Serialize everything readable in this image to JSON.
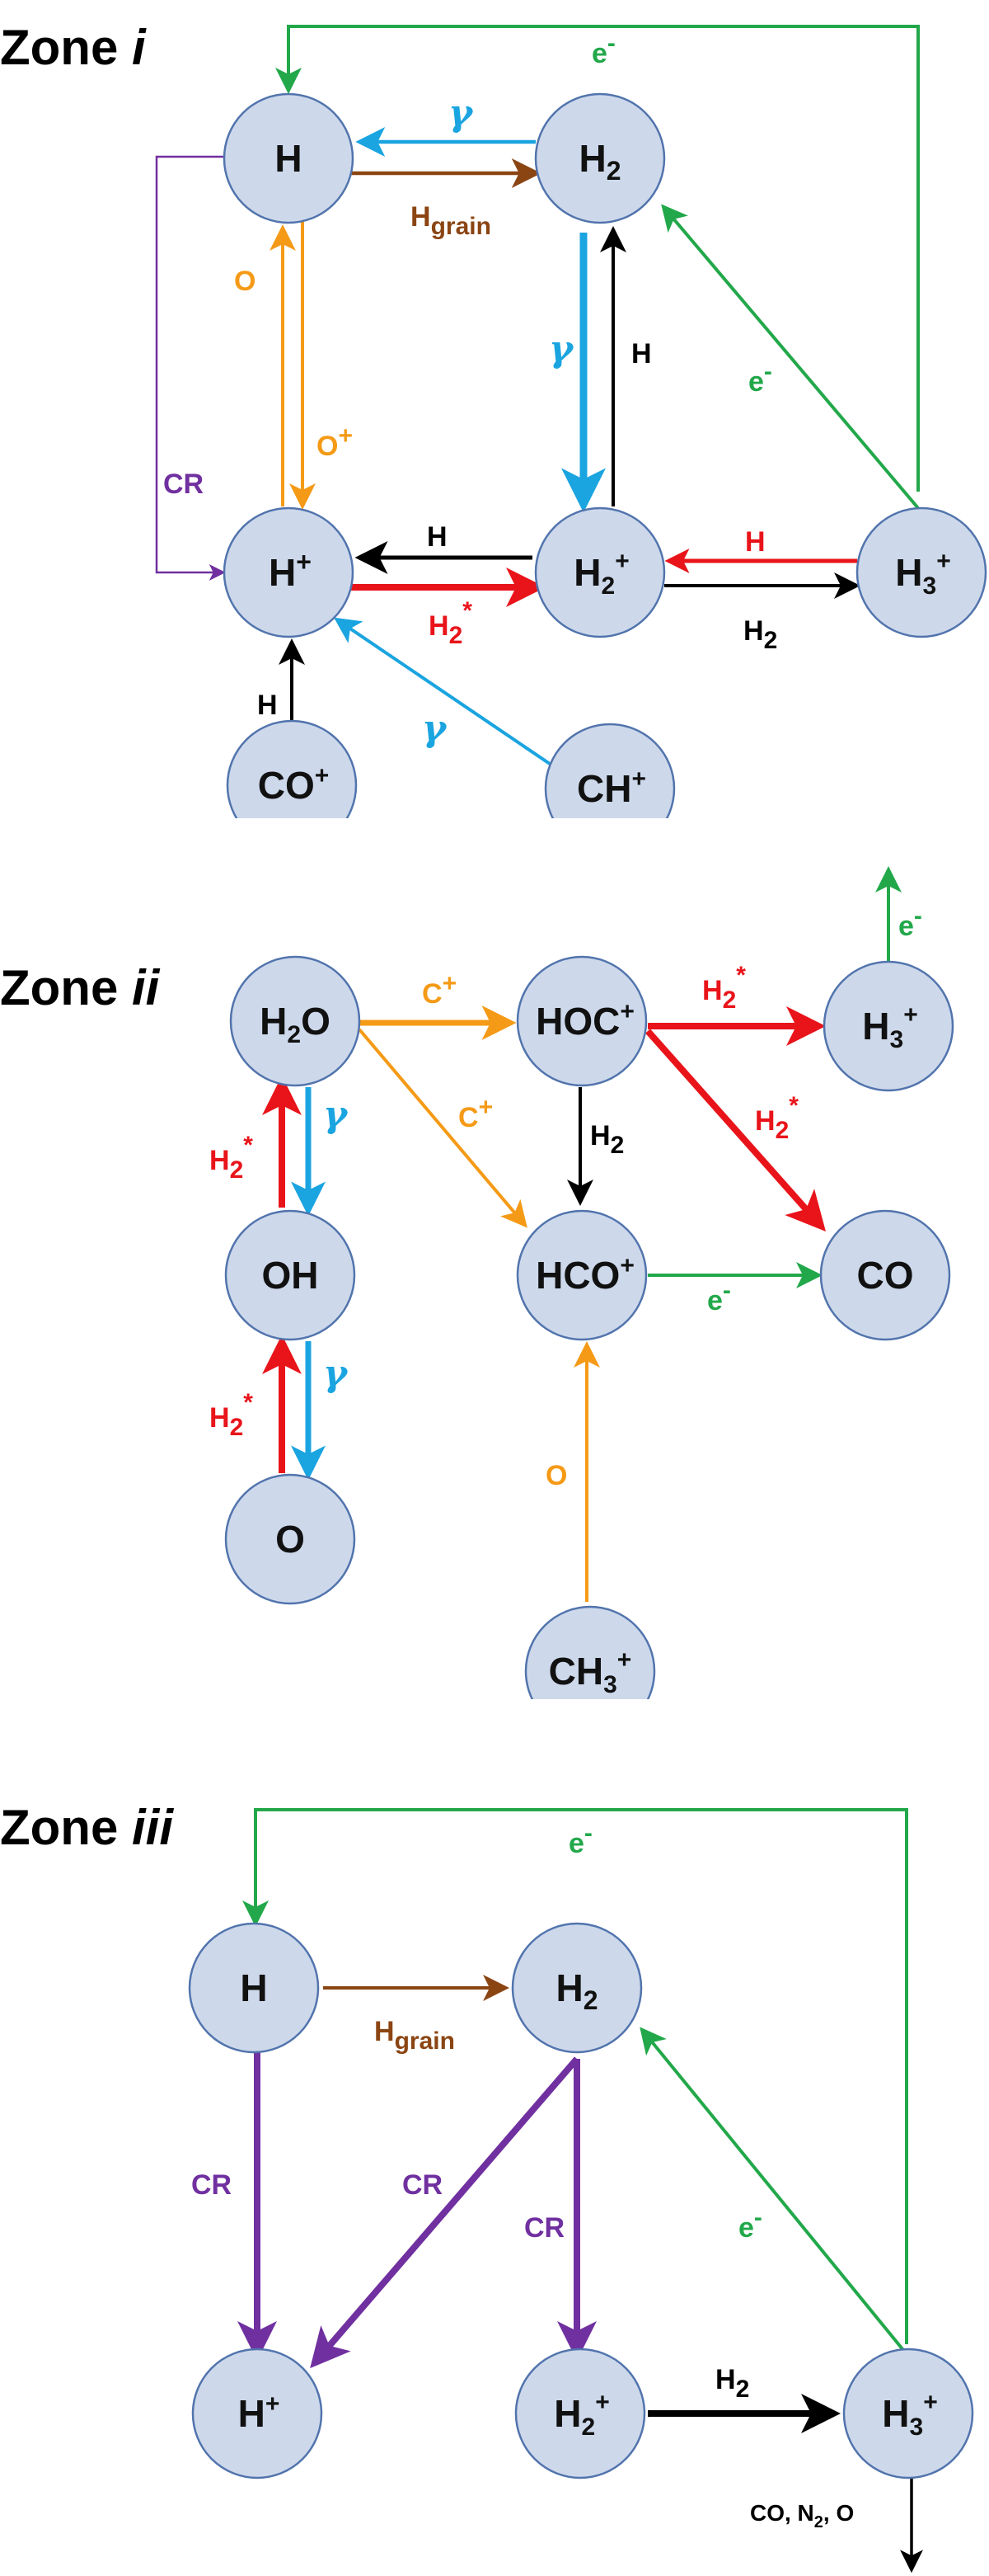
{
  "colors": {
    "photo": "#1aa4e0",
    "electron": "#22a84a",
    "grain": "#8b4513",
    "oxygen": "#f59a16",
    "h2star": "#e8141a",
    "black": "#000000",
    "cr": "#7030a0",
    "node_fill": "#cdd9eb",
    "node_stroke": "#5274ad"
  },
  "zones": [
    {
      "title": "Zone ",
      "roman": "i",
      "nodes": {
        "H": {
          "base": "H"
        },
        "H2": {
          "base": "H",
          "sub": "2"
        },
        "Hp": {
          "base": "H",
          "sup": "+"
        },
        "H2p": {
          "base": "H",
          "sub": "2",
          "sup": "+"
        },
        "H3p": {
          "base": "H",
          "sub": "3",
          "sup": "+"
        },
        "COp": {
          "base": "CO",
          "sup": "+"
        },
        "CHp": {
          "base": "CH",
          "sup": "+"
        }
      },
      "edge_labels": {
        "gamma_h2_h": "γ",
        "hgrain": "H",
        "hgrain_sub": "grain",
        "o": "O",
        "op": "O",
        "op_sup": "+",
        "cr": "CR",
        "gamma_h2_h2p": "γ",
        "h_h2p_h2": "H",
        "e_h3p_h2": "e",
        "e_h3p_h2_sup": "-",
        "e_top": "e",
        "e_top_sup": "-",
        "h_h2p_hp": "H",
        "h2star": "H",
        "h2star_sub": "2",
        "h2star_sup": "*",
        "h_h3p_h2p": "H",
        "h2_h2p_h3p": "H",
        "h2_h2p_h3p_sub": "2",
        "h_cop_hp": "H",
        "gamma_chp_hp": "γ"
      }
    },
    {
      "title": "Zone ",
      "roman": "ii",
      "nodes": {
        "H2O": {
          "base": "H",
          "sub": "2",
          "tail": "O"
        },
        "HOCp": {
          "base": "HOC",
          "sup": "+"
        },
        "H3p": {
          "base": "H",
          "sub": "3",
          "sup": "+"
        },
        "OH": {
          "base": "OH"
        },
        "HCOp": {
          "base": "HCO",
          "sup": "+"
        },
        "CO": {
          "base": "CO"
        },
        "O": {
          "base": "O"
        },
        "CH3p": {
          "base": "CH",
          "sub": "3",
          "sup": "+"
        }
      },
      "edge_labels": {
        "e_up": "e",
        "e_up_sup": "-",
        "cp_top": "C",
        "cp_top_sup": "+",
        "cp_diag": "C",
        "cp_diag_sup": "+",
        "h2star_top": "H",
        "h2star_top_sub": "2",
        "h2star_top_sup": "*",
        "h2star_diag": "H",
        "h2star_diag_sub": "2",
        "h2star_diag_sup": "*",
        "h2_hocp_hcop": "H",
        "h2_hocp_hcop_sub": "2",
        "e_hcop_co": "e",
        "e_hcop_co_sup": "-",
        "h2star_oh": "H",
        "h2star_oh_sub": "2",
        "h2star_oh_sup": "*",
        "gamma_h2o_oh": "γ",
        "h2star_o": "H",
        "h2star_o_sub": "2",
        "h2star_o_sup": "*",
        "gamma_oh_o": "γ",
        "o_ch3p": "O"
      }
    },
    {
      "title": "Zone ",
      "roman": "iii",
      "nodes": {
        "H": {
          "base": "H"
        },
        "H2": {
          "base": "H",
          "sub": "2"
        },
        "Hp": {
          "base": "H",
          "sup": "+"
        },
        "H2p": {
          "base": "H",
          "sub": "2",
          "sup": "+"
        },
        "H3p": {
          "base": "H",
          "sub": "3",
          "sup": "+"
        }
      },
      "edge_labels": {
        "e_top": "e",
        "e_top_sup": "-",
        "hgrain": "H",
        "hgrain_sub": "grain",
        "cr_left": "CR",
        "cr_diag": "CR",
        "cr_mid": "CR",
        "e_h3p_h2": "e",
        "e_h3p_h2_sup": "-",
        "h2_h2p_h3p": "H",
        "h2_h2p_h3p_sub": "2",
        "products_a": "CO, N",
        "products_sub": "2",
        "products_b": ", O"
      }
    }
  ]
}
